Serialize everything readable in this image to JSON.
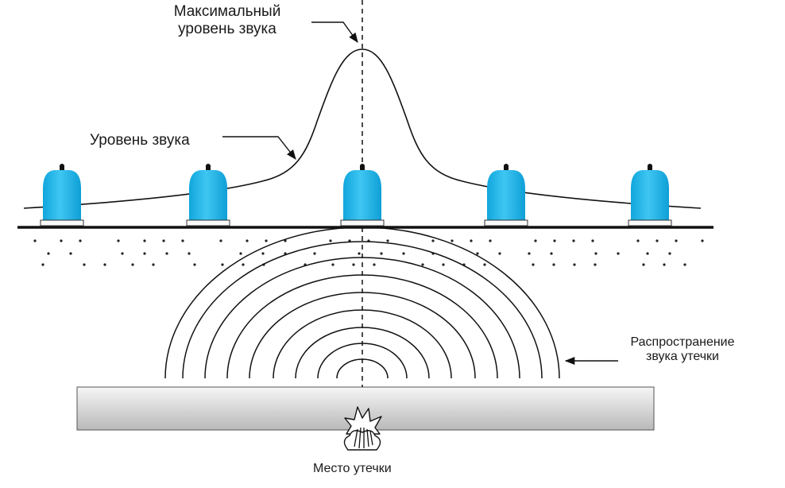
{
  "labels": {
    "max_level_line1": "Максимальный",
    "max_level_line2": "уровень звука",
    "sound_level": "Уровень звука",
    "propagation_line1": "Распространение",
    "propagation_line2": "звука утечки",
    "leak_location": "Место утечки"
  },
  "sensors": {
    "count": 5,
    "color": "#1db4e8"
  },
  "colors": {
    "line": "#111111",
    "pipe_top": "#f4f4f4",
    "pipe_bottom": "#bdbdbd",
    "sensor": "#1db4e8"
  },
  "icons": {
    "sensor": "acoustic-sensor-icon",
    "leak": "leak-burst-icon"
  }
}
